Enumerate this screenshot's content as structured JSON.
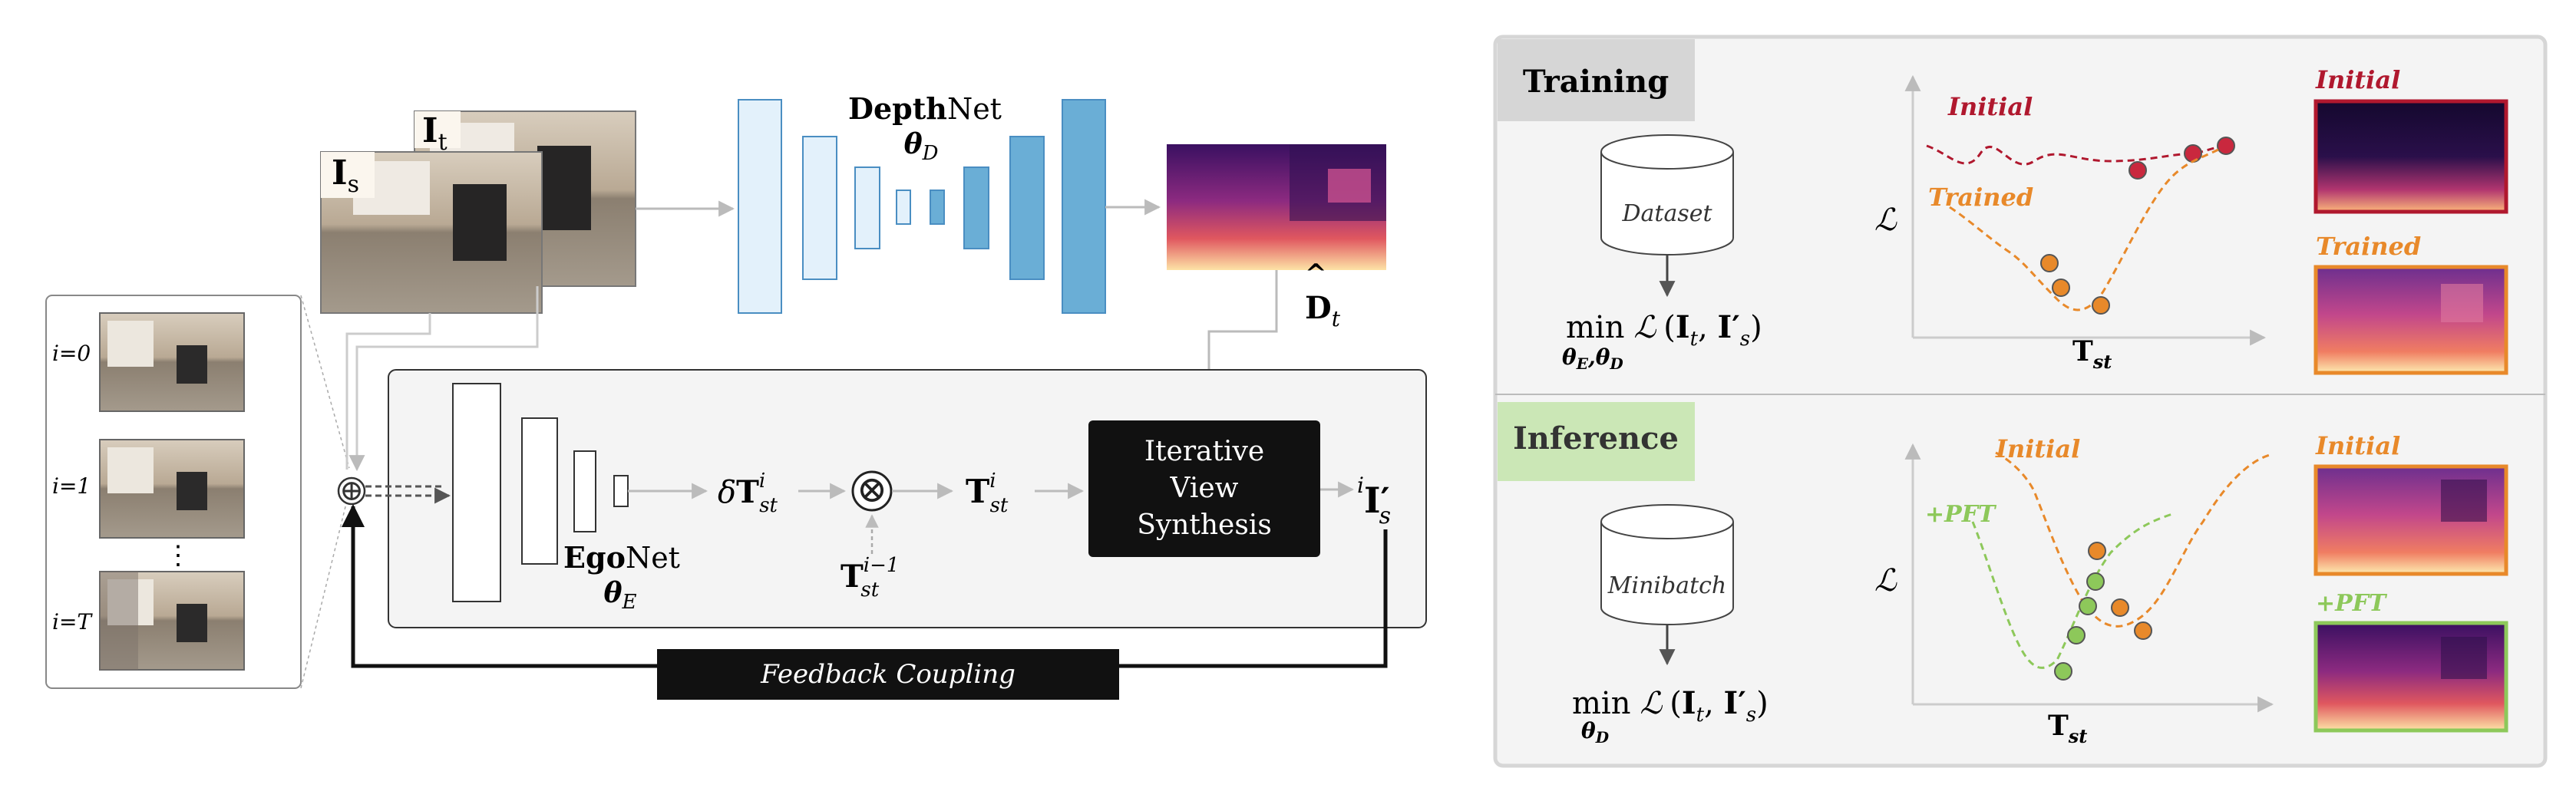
{
  "colors": {
    "net_blue_light": "#e3f1fb",
    "net_blue_mid": "#a9d2ec",
    "net_blue_dark": "#6aaed6",
    "initial_red": "#b0182e",
    "trained_orange": "#e8892a",
    "pft_green": "#8dc85a",
    "training_tab": "#d6d6d6",
    "inference_tab": "#cbe7b6",
    "panel_bg": "#f4f4f4"
  },
  "left": {
    "frames": {
      "target": "I",
      "target_sub": "t",
      "source": "I",
      "source_sub": "s"
    },
    "iterations": {
      "i0": "i=0",
      "i1": "i=1",
      "dots": "⋮",
      "iT": "i=T"
    },
    "depthnet": {
      "bold": "Depth",
      "rest": "Net",
      "param": "θ",
      "param_sub": "D"
    },
    "depth_out": {
      "symbol": "D",
      "sub": "t"
    },
    "egonet": {
      "bold": "Ego",
      "rest": "Net",
      "param": "θ",
      "param_sub": "E"
    },
    "delta_pose": {
      "prefix": "δ",
      "T": "T",
      "sub": "st",
      "sup": "i"
    },
    "compose": "⊗",
    "pose": {
      "T": "T",
      "sub": "st",
      "sup": "i"
    },
    "prev_pose": {
      "T": "T",
      "sub": "st",
      "sup": "i−1"
    },
    "ivs_lines": [
      "Iterative",
      "View",
      "Synthesis"
    ],
    "warped": {
      "pre": "i",
      "I": "I",
      "prime": "′",
      "sub": "s"
    },
    "feedback_label": "Feedback Coupling",
    "plus": "⊕"
  },
  "training": {
    "tab": "Training",
    "cylinder": "Dataset",
    "objective": {
      "min": "min",
      "params": "θ",
      "E": "E",
      "D": "D",
      "loss": "ℒ",
      "I1": "I",
      "s1": "t",
      "I2": "I",
      "s2": "s"
    },
    "yaxis": "ℒ",
    "xaxis": {
      "T": "T",
      "sub": "st"
    },
    "curve_initial_label": "Initial",
    "curve_trained_label": "Trained",
    "thumb1_label": "Initial",
    "thumb2_label": "Trained"
  },
  "inference": {
    "tab": "Inference",
    "cylinder": "Minibatch",
    "objective": {
      "min": "min",
      "params": "θ",
      "D": "D",
      "loss": "ℒ",
      "I1": "I",
      "s1": "t",
      "I2": "I",
      "s2": "s"
    },
    "yaxis": "ℒ",
    "xaxis": {
      "T": "T",
      "sub": "st"
    },
    "curve_initial_label": "Initial",
    "curve_pft_label": "+PFT",
    "thumb1_label": "Initial",
    "thumb2_label": "+PFT"
  }
}
